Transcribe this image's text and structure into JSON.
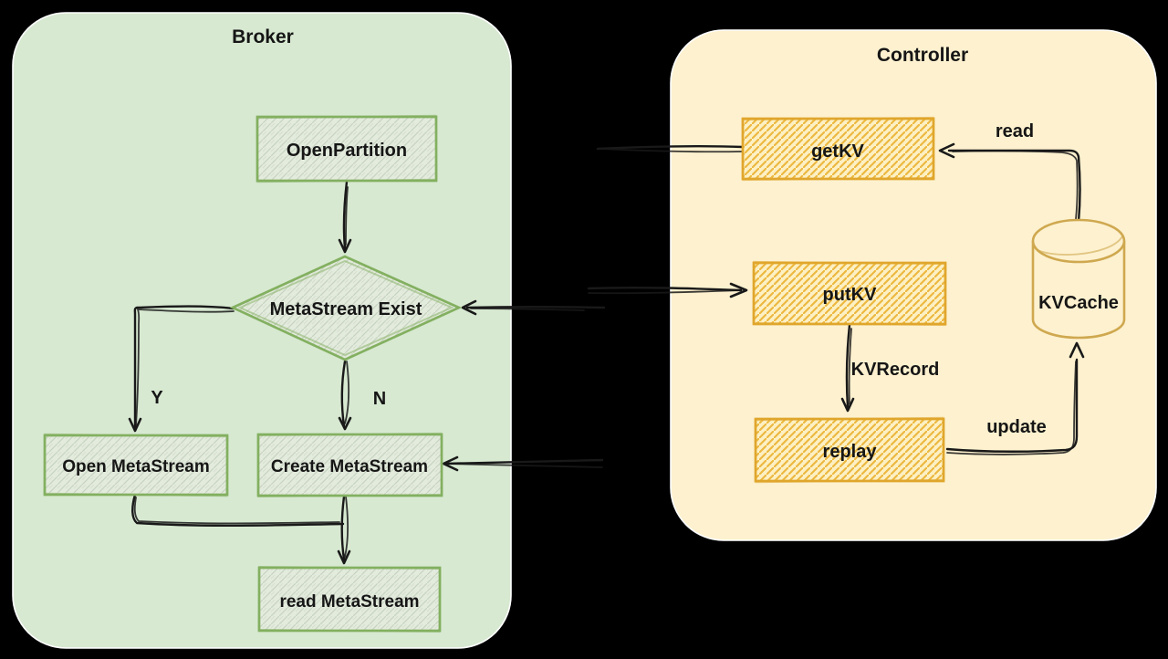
{
  "diagram": {
    "broker": {
      "title": "Broker",
      "nodes": {
        "open_partition": "OpenPartition",
        "metastream_exist": "MetaStream Exist",
        "open_metastream": "Open MetaStream",
        "create_metastream": "Create MetaStream",
        "read_metastream": "read MetaStream"
      },
      "edge_labels": {
        "yes": "Y",
        "no": "N"
      }
    },
    "controller": {
      "title": "Controller",
      "nodes": {
        "get_kv": "getKV",
        "put_kv": "putKV",
        "replay": "replay",
        "kv_cache": "KVCache"
      },
      "edge_labels": {
        "read": "read",
        "kv_record": "KVRecord",
        "update": "update"
      }
    },
    "colors": {
      "background": "#000000",
      "container_outline": "#ffffff",
      "broker_fill": "#d7e9d1",
      "green_node_stroke": "#83b060",
      "green_node_bg": "#e3ebdd",
      "green_hatch": "#c8d4c2",
      "controller_fill": "#fdf1cf",
      "orange_node_stroke": "#e0a62c",
      "orange_node_bg": "#fdf0c4",
      "orange_hatch": "#ecb83f",
      "cylinder_stroke": "#cfa84f",
      "line": "#191919",
      "text": "#161616"
    }
  }
}
